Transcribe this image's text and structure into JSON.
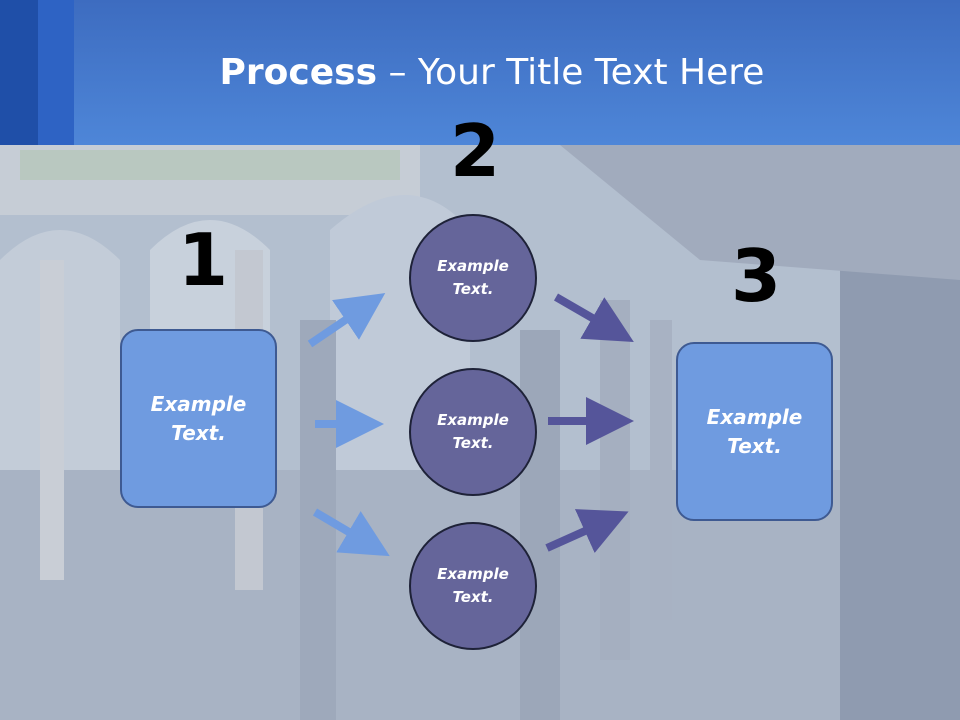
{
  "slide": {
    "title_bold": "Process",
    "title_rest": " – Your Title Text Here"
  },
  "steps": {
    "one": "1",
    "two": "2",
    "three": "3"
  },
  "nodes": {
    "left_box": [
      "Example",
      "Text."
    ],
    "circle_top": [
      "Example",
      "Text."
    ],
    "circle_mid": [
      "Example",
      "Text."
    ],
    "circle_bottom": [
      "Example",
      "Text."
    ],
    "right_box": [
      "Example",
      "Text."
    ]
  },
  "colors": {
    "title_bar": "#4e86d8",
    "box_fill": "#6f9be0",
    "circle_fill": "#65659a",
    "arrow_left": "#6f9be0",
    "arrow_right": "#55559a"
  }
}
